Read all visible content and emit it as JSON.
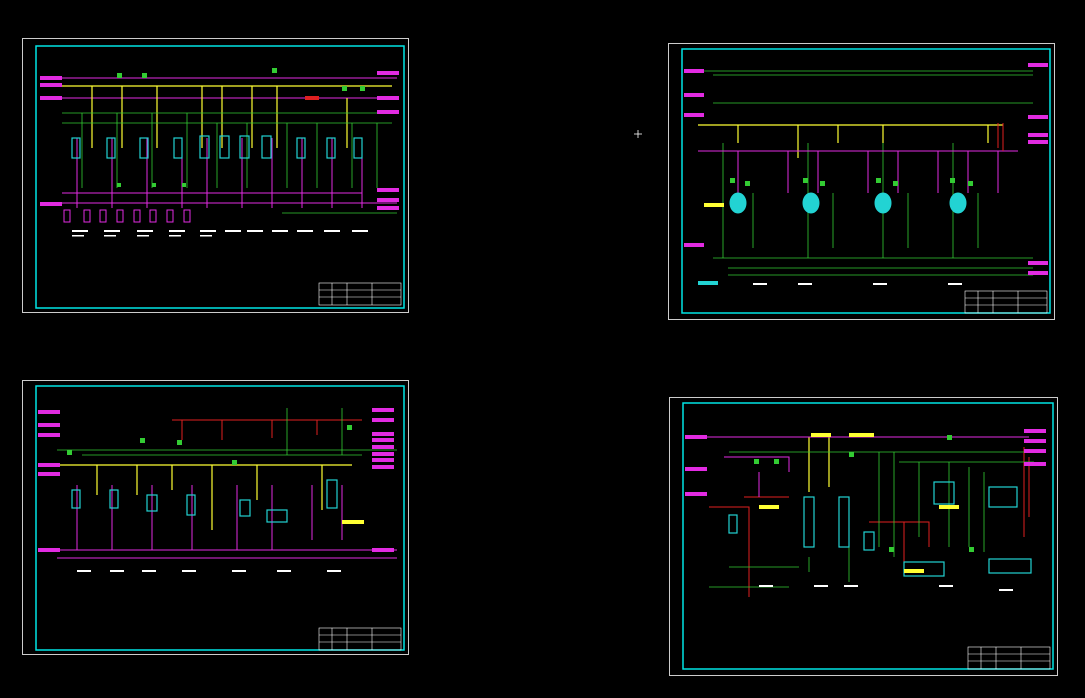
{
  "viewport": {
    "background": "#000000"
  },
  "palette": {
    "border": "#ffffff",
    "frame": "#00e5e5",
    "process": "#e22be2",
    "utility": "#33cc33",
    "steam": "#ffff33",
    "hot": "#e02020",
    "equipment": "#22d3d3",
    "text": "#ffffff"
  },
  "sheets": [
    {
      "id": "sheet-1"
    },
    {
      "id": "sheet-2"
    },
    {
      "id": "sheet-3"
    },
    {
      "id": "sheet-4"
    }
  ],
  "icons": [
    "ucs-icon",
    "cursor-crosshair"
  ]
}
